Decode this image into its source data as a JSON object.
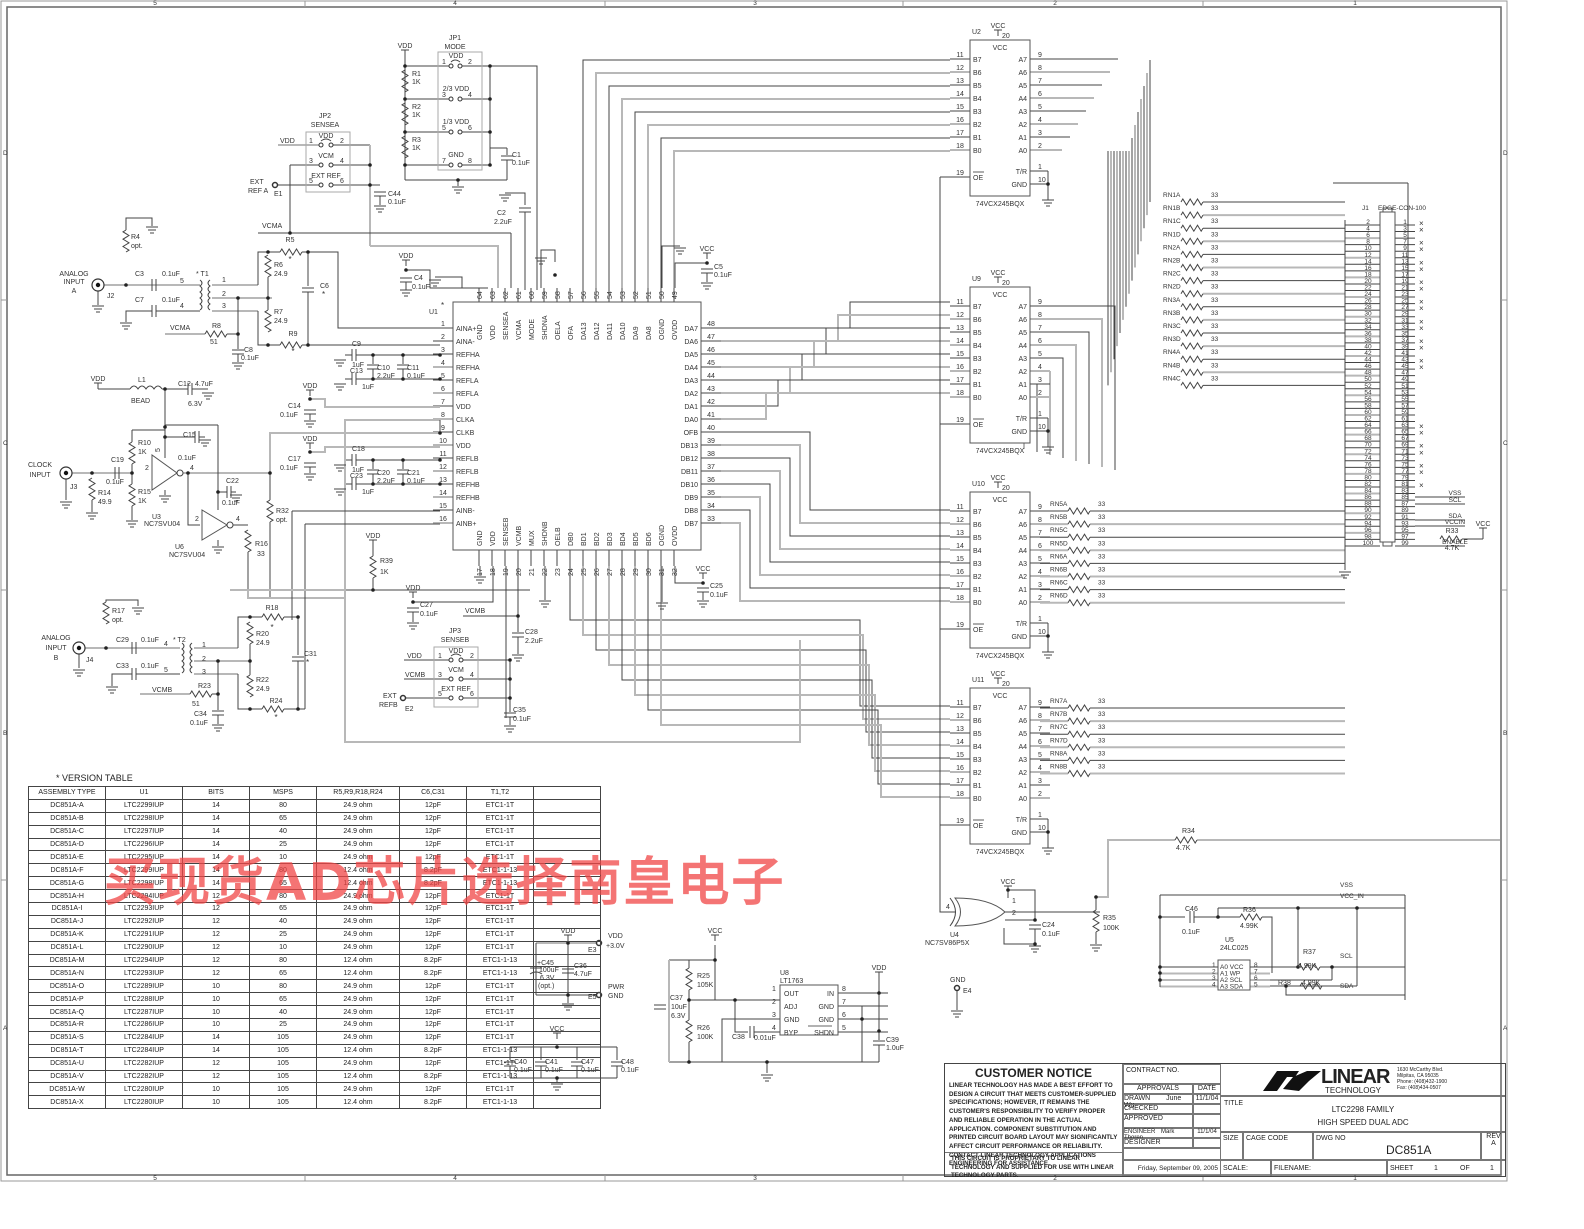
{
  "border": {
    "zones_top": [
      "5",
      "4",
      "3",
      "2",
      "1"
    ],
    "zones_bottom": [
      "5",
      "4",
      "3",
      "2",
      "1"
    ],
    "zones_left": [
      "D",
      "C",
      "B",
      "A"
    ],
    "zones_right": [
      "D",
      "C",
      "B",
      "A"
    ]
  },
  "u1": {
    "ref": "U1",
    "star": "*",
    "left_pins": [
      {
        "n": "1",
        "name": "AINA+"
      },
      {
        "n": "2",
        "name": "AINA-"
      },
      {
        "n": "3",
        "name": "REFHA"
      },
      {
        "n": "4",
        "name": "REFHA"
      },
      {
        "n": "5",
        "name": "REFLA"
      },
      {
        "n": "6",
        "name": "REFLA"
      },
      {
        "n": "7",
        "name": "VDD"
      },
      {
        "n": "8",
        "name": "CLKA"
      },
      {
        "n": "9",
        "name": "CLKB"
      },
      {
        "n": "10",
        "name": "VDD"
      },
      {
        "n": "11",
        "name": "REFLB"
      },
      {
        "n": "12",
        "name": "REFLB"
      },
      {
        "n": "13",
        "name": "REFHB"
      },
      {
        "n": "14",
        "name": "REFHB"
      },
      {
        "n": "15",
        "name": "AINB-"
      },
      {
        "n": "16",
        "name": "AINB+"
      }
    ],
    "top_pins": [
      {
        "n": "64",
        "name": "GND"
      },
      {
        "n": "63",
        "name": "VDD"
      },
      {
        "n": "62",
        "name": "SENSEA"
      },
      {
        "n": "61",
        "name": "VCMA"
      },
      {
        "n": "60",
        "name": "MODE"
      },
      {
        "n": "59",
        "name": "SHDNA"
      },
      {
        "n": "58",
        "name": "OELA"
      },
      {
        "n": "57",
        "name": "OFA"
      },
      {
        "n": "56",
        "name": "DA13"
      },
      {
        "n": "55",
        "name": "DA12"
      },
      {
        "n": "54",
        "name": "DA11"
      },
      {
        "n": "53",
        "name": "DA10"
      },
      {
        "n": "52",
        "name": "DA9"
      },
      {
        "n": "51",
        "name": "DA8"
      },
      {
        "n": "50",
        "name": "OGND"
      },
      {
        "n": "49",
        "name": "OVDD"
      }
    ],
    "right_pins": [
      {
        "n": "48",
        "name": "DA7"
      },
      {
        "n": "47",
        "name": "DA6"
      },
      {
        "n": "46",
        "name": "DA5"
      },
      {
        "n": "45",
        "name": "DA4"
      },
      {
        "n": "44",
        "name": "DA3"
      },
      {
        "n": "43",
        "name": "DA2"
      },
      {
        "n": "42",
        "name": "DA1"
      },
      {
        "n": "41",
        "name": "DA0"
      },
      {
        "n": "40",
        "name": "OFB"
      },
      {
        "n": "39",
        "name": "DB13"
      },
      {
        "n": "38",
        "name": "DB12"
      },
      {
        "n": "37",
        "name": "DB11"
      },
      {
        "n": "36",
        "name": "DB10"
      },
      {
        "n": "35",
        "name": "DB9"
      },
      {
        "n": "34",
        "name": "DB8"
      },
      {
        "n": "33",
        "name": "DB7"
      }
    ],
    "bottom_pins": [
      {
        "n": "17",
        "name": "GND"
      },
      {
        "n": "18",
        "name": "VDD"
      },
      {
        "n": "19",
        "name": "SENSEB"
      },
      {
        "n": "20",
        "name": "VCMB"
      },
      {
        "n": "21",
        "name": "MUX"
      },
      {
        "n": "22",
        "name": "SHDNB"
      },
      {
        "n": "23",
        "name": "OELB"
      },
      {
        "n": "24",
        "name": "DB0"
      },
      {
        "n": "25",
        "name": "BD1"
      },
      {
        "n": "26",
        "name": "BD2"
      },
      {
        "n": "27",
        "name": "BD3"
      },
      {
        "n": "28",
        "name": "BD4"
      },
      {
        "n": "29",
        "name": "BD5"
      },
      {
        "n": "30",
        "name": "BD6"
      },
      {
        "n": "31",
        "name": "OGND"
      },
      {
        "n": "32",
        "name": "OVDD"
      }
    ]
  },
  "buffers": [
    {
      "ref": "U2",
      "part": "74VCX245BQX",
      "supply": "VCC",
      "supply_pin": "20"
    },
    {
      "ref": "U9",
      "part": "74VCX245BQX",
      "supply": "VCC",
      "supply_pin": "20"
    },
    {
      "ref": "U10",
      "part": "74VCX245BQX",
      "supply": "VCC",
      "supply_pin": "20"
    },
    {
      "ref": "U11",
      "part": "74VCX245BQX",
      "supply": "VCC",
      "supply_pin": "20"
    }
  ],
  "buffer_pins": {
    "left": [
      {
        "n": "11",
        "name": "B7"
      },
      {
        "n": "12",
        "name": "B6"
      },
      {
        "n": "13",
        "name": "B5"
      },
      {
        "n": "14",
        "name": "B4"
      },
      {
        "n": "15",
        "name": "B3"
      },
      {
        "n": "16",
        "name": "B2"
      },
      {
        "n": "17",
        "name": "B1"
      },
      {
        "n": "18",
        "name": "B0"
      }
    ],
    "right": [
      {
        "n": "9",
        "name": "A7"
      },
      {
        "n": "8",
        "name": "A6"
      },
      {
        "n": "7",
        "name": "A5"
      },
      {
        "n": "6",
        "name": "A4"
      },
      {
        "n": "5",
        "name": "A3"
      },
      {
        "n": "4",
        "name": "A2"
      },
      {
        "n": "3",
        "name": "A1"
      },
      {
        "n": "2",
        "name": "A0"
      }
    ],
    "oe": {
      "n": "19",
      "name": "OE"
    },
    "tr": {
      "n": "1",
      "name": "T/R"
    },
    "gnd": {
      "n": "10",
      "name": "GND"
    },
    "vcc_label": "VCC"
  },
  "resistor_networks": [
    {
      "names": [
        "RN1A",
        "RN1B",
        "RN1C",
        "RN1D",
        "RN2A",
        "RN2B",
        "RN2C",
        "RN2D",
        "RN3A",
        "RN3B",
        "RN3C",
        "RN3D",
        "RN4A",
        "RN4B",
        "RN4C"
      ],
      "value": "33"
    },
    {
      "names": [
        "RN5A",
        "RN5B",
        "RN5C",
        "RN5D",
        "RN6A",
        "RN6B",
        "RN6C",
        "RN6D"
      ],
      "value": "33"
    },
    {
      "names": [
        "RN7A",
        "RN7B",
        "RN7C",
        "RN7D",
        "RN8A",
        "RN8B"
      ],
      "value": "33"
    }
  ],
  "connector": {
    "ref": "J1",
    "part": "EDGE-CON-100",
    "signals": [
      {
        "pin": "85",
        "label": "VSS"
      },
      {
        "pin": "87",
        "label": "SCL"
      },
      {
        "pin": "91",
        "label": "SDA"
      },
      {
        "pin": "93",
        "label": "VCCIN"
      },
      {
        "pin": "99",
        "label": "ENABLE"
      }
    ],
    "r33": {
      "ref": "R33",
      "value": "4.7K",
      "net": "VCC"
    }
  },
  "labels": {
    "analog_a": [
      "ANALOG",
      "INPUT",
      "A"
    ],
    "analog_b": [
      "ANALOG",
      "INPUT",
      "B"
    ],
    "clock": [
      "CLOCK",
      "INPUT"
    ],
    "j2": "J2",
    "j3": "J3",
    "j4": "J4",
    "jp1": {
      "ref": "JP1",
      "name": "MODE",
      "rows": [
        {
          "label": "VDD",
          "a": "1",
          "b": "2"
        },
        {
          "label": "2/3 VDD",
          "a": "3",
          "b": "4"
        },
        {
          "label": "1/3 VDD",
          "a": "5",
          "b": "6"
        },
        {
          "label": "GND",
          "a": "7",
          "b": "8"
        }
      ]
    },
    "jp2": {
      "ref": "JP2",
      "name": "SENSEA",
      "rows": [
        {
          "label": "VDD",
          "a": "1",
          "b": "2"
        },
        {
          "label": "VCM",
          "a": "3",
          "b": "4"
        },
        {
          "label": "EXT REF",
          "a": "5",
          "b": "6"
        }
      ]
    },
    "jp3": {
      "ref": "JP3",
      "name": "SENSEB",
      "rows": [
        {
          "label": "VDD",
          "a": "1",
          "b": "2"
        },
        {
          "label": "VCM",
          "a": "3",
          "b": "4"
        },
        {
          "label": "EXT REF",
          "a": "5",
          "b": "6"
        }
      ]
    },
    "ext_ref_a": [
      "EXT",
      "REF A"
    ],
    "e1": "E1",
    "ext_ref_b": [
      "EXT",
      "REFB"
    ],
    "e2": "E2",
    "vdd": "VDD",
    "vcc": "VCC",
    "vcma": "VCMA",
    "vcmb": "VCMB",
    "gnd": "GND"
  },
  "components": [
    {
      "ref": "R1",
      "value": "1K"
    },
    {
      "ref": "R2",
      "value": "1K"
    },
    {
      "ref": "R3",
      "value": "1K"
    },
    {
      "ref": "C1",
      "value": "0.1uF"
    },
    {
      "ref": "C2",
      "value": "2.2uF"
    },
    {
      "ref": "C44",
      "value": "0.1uF"
    },
    {
      "ref": "R4",
      "value": "opt."
    },
    {
      "ref": "C3",
      "value": "0.1uF"
    },
    {
      "ref": "C7",
      "value": "0.1uF"
    },
    {
      "ref": "T1",
      "value": "*"
    },
    {
      "ref": "R5",
      "value": "*"
    },
    {
      "ref": "R6",
      "value": "24.9"
    },
    {
      "ref": "R7",
      "value": "24.9"
    },
    {
      "ref": "R9",
      "value": "*"
    },
    {
      "ref": "C6",
      "value": "*"
    },
    {
      "ref": "R8",
      "value": "51"
    },
    {
      "ref": "C8",
      "value": "0.1uF"
    },
    {
      "ref": "C4",
      "value": "0.1uF"
    },
    {
      "ref": "C5",
      "value": "0.1uF"
    },
    {
      "ref": "C9",
      "value": "1uF"
    },
    {
      "ref": "C10",
      "value": "2.2uF"
    },
    {
      "ref": "C11",
      "value": "0.1uF"
    },
    {
      "ref": "C13",
      "value": "1uF"
    },
    {
      "ref": "L1",
      "value": "BEAD"
    },
    {
      "ref": "C12",
      "value": "4.7uF 6.3V"
    },
    {
      "ref": "C14",
      "value": "0.1uF"
    },
    {
      "ref": "R10",
      "value": "1K"
    },
    {
      "ref": "R15",
      "value": "1K"
    },
    {
      "ref": "C15",
      "value": "0.1uF"
    },
    {
      "ref": "C19",
      "value": "0.1uF"
    },
    {
      "ref": "R14",
      "value": "49.9"
    },
    {
      "ref": "U3",
      "value": "NC7SVU04"
    },
    {
      "ref": "U6",
      "value": "NC7SVU04"
    },
    {
      "ref": "C22",
      "value": "0.1uF"
    },
    {
      "ref": "R16",
      "value": "33"
    },
    {
      "ref": "R32",
      "value": "opt."
    },
    {
      "ref": "C17",
      "value": "0.1uF"
    },
    {
      "ref": "C18",
      "value": "1uF"
    },
    {
      "ref": "C20",
      "value": "2.2uF"
    },
    {
      "ref": "C21",
      "value": "0.1uF"
    },
    {
      "ref": "C23",
      "value": "1uF"
    },
    {
      "ref": "R39",
      "value": "1K"
    },
    {
      "ref": "C25",
      "value": "0.1uF"
    },
    {
      "ref": "C27",
      "value": "0.1uF"
    },
    {
      "ref": "C28",
      "value": "2.2uF"
    },
    {
      "ref": "C35",
      "value": "0.1uF"
    },
    {
      "ref": "R17",
      "value": "opt."
    },
    {
      "ref": "C29",
      "value": "0.1uF"
    },
    {
      "ref": "C33",
      "value": "0.1uF"
    },
    {
      "ref": "T2",
      "value": "*"
    },
    {
      "ref": "R18",
      "value": "*"
    },
    {
      "ref": "R20",
      "value": "24.9"
    },
    {
      "ref": "R22",
      "value": "24.9"
    },
    {
      "ref": "R24",
      "value": "*"
    },
    {
      "ref": "C31",
      "value": "*"
    },
    {
      "ref": "R23",
      "value": "51"
    },
    {
      "ref": "C34",
      "value": "0.1uF"
    },
    {
      "ref": "R34",
      "value": "4.7K"
    },
    {
      "ref": "R35",
      "value": "100K"
    },
    {
      "ref": "C24",
      "value": "0.1uF"
    },
    {
      "ref": "U4",
      "value": "NC7SV86P5X"
    },
    {
      "ref": "C46",
      "value": "0.1uF"
    },
    {
      "ref": "R36",
      "value": "4.99K"
    },
    {
      "ref": "R37",
      "value": "4.99K"
    },
    {
      "ref": "R38",
      "value": "4.99K"
    },
    {
      "ref": "U5",
      "value": "24LC025"
    }
  ],
  "power": {
    "c45": {
      "ref": "C45",
      "value": "100uF",
      "rating": "6.3V",
      "note": "(opt.)"
    },
    "c36": {
      "ref": "C36",
      "value": "4.7uF"
    },
    "e3": {
      "ref": "E3",
      "label": "VDD",
      "sub": "+3.0V"
    },
    "e5": {
      "ref": "E5",
      "label": "PWR",
      "sub": "GND"
    },
    "e4": {
      "ref": "E4",
      "label": "GND"
    },
    "decoupling": [
      {
        "ref": "C40",
        "value": "0.1uF"
      },
      {
        "ref": "C41",
        "value": "0.1uF"
      },
      {
        "ref": "C47",
        "value": "0.1uF"
      },
      {
        "ref": "C48",
        "value": "0.1uF"
      }
    ],
    "u8": {
      "ref": "U8",
      "part": "LT1763",
      "pins": [
        {
          "n": "1",
          "name": "OUT"
        },
        {
          "n": "2",
          "name": "ADJ"
        },
        {
          "n": "3",
          "name": "GND"
        },
        {
          "n": "4",
          "name": "BYP"
        }
      ],
      "rpins": [
        {
          "n": "8",
          "name": "IN"
        },
        {
          "n": "7",
          "name": "GND"
        },
        {
          "n": "6",
          "name": "GND"
        },
        {
          "n": "5",
          "name": "SHDN"
        }
      ]
    },
    "r25": {
      "ref": "R25",
      "value": "105K"
    },
    "r26": {
      "ref": "R26",
      "value": "100K"
    },
    "c37": {
      "ref": "C37",
      "value": "10uF",
      "rating": "6.3V"
    },
    "c38": {
      "ref": "C38",
      "value": "0.01uF"
    },
    "c39": {
      "ref": "C39",
      "value": "1.0uF"
    }
  },
  "eeprom": {
    "pins_left": [
      "1",
      "2",
      "3",
      "4"
    ],
    "pins_right": [
      "8",
      "7",
      "6",
      "5"
    ],
    "names": [
      "A0 VCC",
      "A1  WP",
      "A2 SCL",
      "A3 SDA"
    ],
    "nets": [
      "VSS",
      "VCC_IN",
      "SCL",
      "SDA"
    ]
  },
  "version_table": {
    "title": "VERSION TABLE",
    "star": "*",
    "headers": [
      "ASSEMBLY TYPE",
      "U1",
      "BITS",
      "MSPS",
      "R5,R9,R18,R24",
      "C6,C31",
      "T1,T2",
      ""
    ],
    "rows": [
      [
        "DC851A-A",
        "LTC2299IUP",
        "14",
        "80",
        "24.9 ohm",
        "12pF",
        "ETC1-1T",
        ""
      ],
      [
        "DC851A-B",
        "LTC2298IUP",
        "14",
        "65",
        "24.9 ohm",
        "12pF",
        "ETC1-1T",
        ""
      ],
      [
        "DC851A-C",
        "LTC2297IUP",
        "14",
        "40",
        "24.9 ohm",
        "12pF",
        "ETC1-1T",
        ""
      ],
      [
        "DC851A-D",
        "LTC2296IUP",
        "14",
        "25",
        "24.9 ohm",
        "12pF",
        "ETC1-1T",
        ""
      ],
      [
        "DC851A-E",
        "LTC2295IUP",
        "14",
        "10",
        "24.9 ohm",
        "12pF",
        "ETC1-1T",
        ""
      ],
      [
        "DC851A-F",
        "LTC2299IUP",
        "14",
        "80",
        "12.4 ohm",
        "8.2pF",
        "ETC1-1-13",
        ""
      ],
      [
        "DC851A-G",
        "LTC2298IUP",
        "14",
        "65",
        "12.4 ohm",
        "8.2pF",
        "ETC1-1-13",
        ""
      ],
      [
        "DC851A-H",
        "LTC2294IUP",
        "12",
        "80",
        "24.9 ohm",
        "12pF",
        "ETC1-1T",
        ""
      ],
      [
        "DC851A-I",
        "LTC2293IUP",
        "12",
        "65",
        "24.9 ohm",
        "12pF",
        "ETC1-1T",
        ""
      ],
      [
        "DC851A-J",
        "LTC2292IUP",
        "12",
        "40",
        "24.9 ohm",
        "12pF",
        "ETC1-1T",
        ""
      ],
      [
        "DC851A-K",
        "LTC2291IUP",
        "12",
        "25",
        "24.9 ohm",
        "12pF",
        "ETC1-1T",
        ""
      ],
      [
        "DC851A-L",
        "LTC2290IUP",
        "12",
        "10",
        "24.9 ohm",
        "12pF",
        "ETC1-1T",
        ""
      ],
      [
        "DC851A-M",
        "LTC2294IUP",
        "12",
        "80",
        "12.4 ohm",
        "8.2pF",
        "ETC1-1-13",
        ""
      ],
      [
        "DC851A-N",
        "LTC2293IUP",
        "12",
        "65",
        "12.4 ohm",
        "8.2pF",
        "ETC1-1-13",
        ""
      ],
      [
        "DC851A-O",
        "LTC2289IUP",
        "10",
        "80",
        "24.9 ohm",
        "12pF",
        "ETC1-1T",
        ""
      ],
      [
        "DC851A-P",
        "LTC2288IUP",
        "10",
        "65",
        "24.9 ohm",
        "12pF",
        "ETC1-1T",
        ""
      ],
      [
        "DC851A-Q",
        "LTC2287IUP",
        "10",
        "40",
        "24.9 ohm",
        "12pF",
        "ETC1-1T",
        ""
      ],
      [
        "DC851A-R",
        "LTC2286IUP",
        "10",
        "25",
        "24.9 ohm",
        "12pF",
        "ETC1-1T",
        ""
      ],
      [
        "DC851A-S",
        "LTC2284IUP",
        "14",
        "105",
        "24.9 ohm",
        "12pF",
        "ETC1-1T",
        ""
      ],
      [
        "DC851A-T",
        "LTC2284IUP",
        "14",
        "105",
        "12.4 ohm",
        "8.2pF",
        "ETC1-1-13",
        ""
      ],
      [
        "DC851A-U",
        "LTC2282IUP",
        "12",
        "105",
        "24.9 ohm",
        "12pF",
        "ETC1-1T",
        ""
      ],
      [
        "DC851A-V",
        "LTC2282IUP",
        "12",
        "105",
        "12.4 ohm",
        "8.2pF",
        "ETC1-1-13",
        ""
      ],
      [
        "DC851A-W",
        "LTC2280IUP",
        "10",
        "105",
        "24.9 ohm",
        "12pF",
        "ETC1-1T",
        ""
      ],
      [
        "DC851A-X",
        "LTC2280IUP",
        "10",
        "105",
        "12.4 ohm",
        "8.2pF",
        "ETC1-1-13",
        ""
      ]
    ]
  },
  "watermark": "买现货AD芯片选择南皇电子",
  "title_block": {
    "notice_title": "CUSTOMER NOTICE",
    "notice_body": "LINEAR TECHNOLOGY HAS MADE A BEST EFFORT TO DESIGN A CIRCUIT THAT MEETS CUSTOMER-SUPPLIED SPECIFICATIONS; HOWEVER, IT REMAINS THE CUSTOMER'S RESPONSIBILITY TO VERIFY PROPER AND RELIABLE OPERATION IN THE ACTUAL APPLICATION. COMPONENT SUBSTITUTION AND PRINTED CIRCUIT BOARD LAYOUT MAY SIGNIFICANTLY AFFECT CIRCUIT PERFORMANCE OR RELIABILITY. CONTACT LINEAR TECHNOLOGY APPLICATIONS ENGINEERING FOR ASSISTANCE.",
    "proprietary": "THIS CIRCUIT IS PROPRIETARY TO LINEAR TECHNOLOGY AND SUPPLIED FOR USE WITH LINEAR TECHNOLOGY PARTS.",
    "contract_no": "CONTRACT NO.",
    "approvals": "APPROVALS",
    "date": "DATE",
    "drawn": "DRAWN",
    "drawn_by": "June Wu",
    "drawn_date": "11/1/04",
    "checked": "CHECKED",
    "approved": "APPROVED",
    "engineer": "ENGINEER",
    "engineer_name": "Mark Thoren",
    "engineer_date": "11/1/04",
    "designer": "DESIGNER",
    "print_date": "Friday, September 09, 2005",
    "company": "LINEAR",
    "company_sub": "TECHNOLOGY",
    "address": [
      "1630 McCarthy Blvd.",
      "Milpitas, CA 95035",
      "Phone: (408)432-1900",
      "Fax: (408)434-0507"
    ],
    "title_label": "TITLE",
    "title_1": "LTC2298 FAMILY",
    "title_2": "HIGH SPEED DUAL ADC",
    "size": "SIZE",
    "cage_code": "CAGE CODE",
    "dwg_no_label": "DWG NO",
    "dwg_no": "DC851A",
    "rev_label": "REV",
    "rev": "A",
    "scale": "SCALE:",
    "filename": "FILENAME:",
    "sheet": "SHEET",
    "sheet_no": "1",
    "of": "OF",
    "sheet_total": "1"
  }
}
